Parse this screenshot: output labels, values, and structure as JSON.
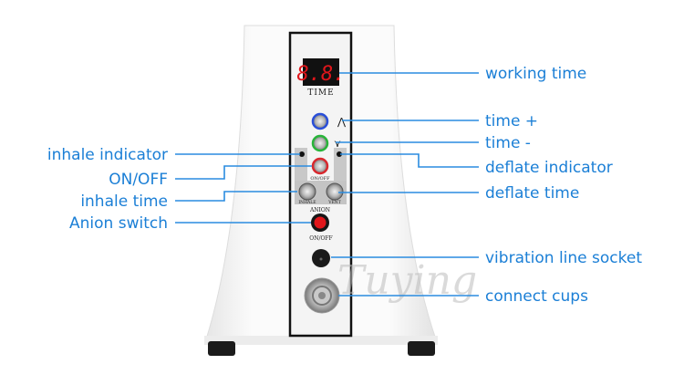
{
  "device": {
    "display_digits": "8.8.",
    "display_label": "TIME",
    "onoff_label": "ON/OFF",
    "inhale_knob_label": "INHALE",
    "vent_knob_label": "VENT",
    "anion_label": "ANION",
    "anion_onoff_label": "ON/OFF",
    "watermark": "Tuying"
  },
  "labels": {
    "left": [
      "inhale indicator",
      "ON/OFF",
      "inhale time",
      "Anion switch"
    ],
    "right": [
      "working time",
      "time +",
      "time -",
      "deflate indicator",
      "deflate time",
      "vibration line socket",
      "connect cups"
    ]
  },
  "colors": {
    "annotation": "#1b7fd6",
    "display": "#e0161b",
    "up_button": "#2a4fd8",
    "down_button": "#29b43a",
    "power_button": "#d8282e",
    "anion_button": "#e0161b"
  }
}
